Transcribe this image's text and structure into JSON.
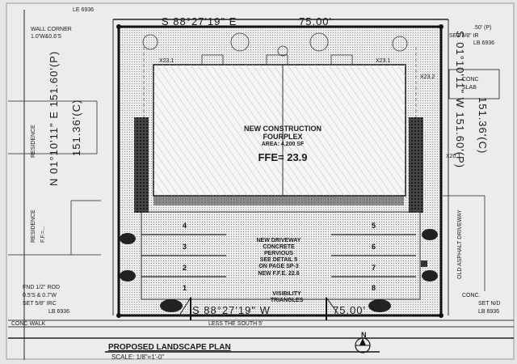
{
  "bearings": {
    "top": "S 88°27'19\" E",
    "top_len": "75.00'",
    "left_p": "N 01°10'11\" E 151.60'(P)",
    "left_c": "151.36'(C)",
    "right_p": "S 01°10'11\" W 151.60'(P)",
    "right_c": "151.36'(C)",
    "bottom": "S 88°27'19\" W",
    "bottom_len": "75.00'"
  },
  "labels": {
    "le_top": "LE 6936",
    "wall_corner": "WALL CORNER",
    "wall_offset": "1.0'W&0.6'S",
    "right_top": ".50' (P)",
    "set_rod": "SET 5/8\" IR",
    "lb_top": "LB 6936",
    "conc_slab_1": "CONC",
    "conc_slab_2": "SLAB",
    "residence_top": "RESIDENCE",
    "residence_bottom": "RESIDENCE",
    "residence_ff": "F.F.=...",
    "fnd_rod": "FND 1/2\" ROD",
    "fnd_offset": "0.5'S & 0.7'W",
    "set_rod_bl": "SET 5/8\" IRC",
    "lb_bl": "LB 6936",
    "conc_walk": "CONC WALK",
    "less_south": "LESS THE SOUTH 5'",
    "conc_br": "CONC.",
    "set_nd": "SET N/D",
    "lb_br": "LB 6936",
    "old_asphalt": "OLD ASPHALT DRIVEWAY",
    "elev_tl": "X23.1",
    "elev_tr": "X23.1",
    "elev_r1": "X23.2",
    "elev_r2": "X20.1"
  },
  "building": {
    "line1": "NEW CONSTRUCTION",
    "line2": "FOURPLEX",
    "line3": "AREA: 4,200 SF",
    "ffe": "FFE= 23.9"
  },
  "driveway": {
    "line1": "NEW DRIVEWAY",
    "line2": "CONCRETE",
    "line3": "PERVIOUS",
    "line4": "SEE DETAIL 5",
    "line5": "ON PAGE SP-3",
    "line6": "NEW F.F.E. 22.6"
  },
  "parking": {
    "left": [
      "4",
      "3",
      "2",
      "1"
    ],
    "right": [
      "5",
      "6",
      "7",
      "8"
    ]
  },
  "visibility": {
    "line1": "VISIBILITY",
    "line2": "TRIANGLES"
  },
  "title": {
    "main": "PROPOSED LANDSCAPE PLAN",
    "scale": "SCALE: 1/8\"=1'-0\"",
    "north": "N"
  }
}
